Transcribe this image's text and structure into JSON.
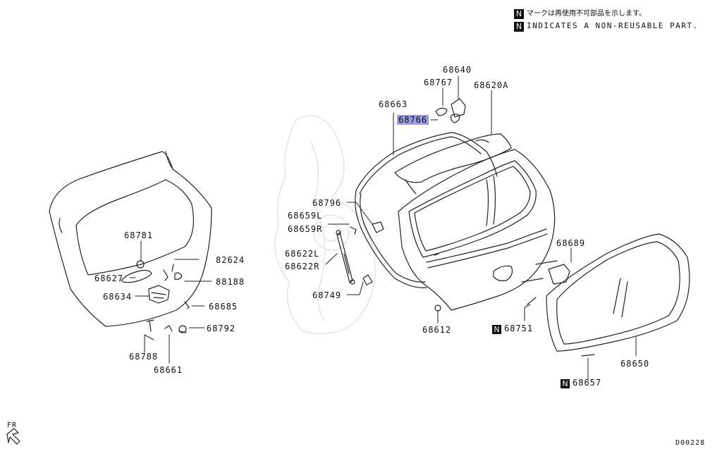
{
  "legend": {
    "note_jp": "マークは再使用不可部品を示します。",
    "note_en": "INDICATES A NON-REUSABLE PART.",
    "mark": "N"
  },
  "parts": {
    "p68640": "68640",
    "p68767": "68767",
    "p68620A": "68620A",
    "p68663": "68663",
    "p68766": "68766",
    "p68796": "68796",
    "p68659L": "68659L",
    "p68659R": "68659R",
    "p68622L": "68622L",
    "p68622R": "68622R",
    "p68749": "68749",
    "p68612": "68612",
    "p68751": "68751",
    "p68689": "68689",
    "p68650": "68650",
    "p68657": "68657",
    "p68781": "68781",
    "p68627": "68627",
    "p82624": "82624",
    "p88188": "88188",
    "p68634": "68634",
    "p68685": "68685",
    "p68792": "68792",
    "p68788": "68788",
    "p68661": "68661"
  },
  "direction": "FR",
  "diagram_id": "D00228",
  "highlight_color": "#9b9be0"
}
